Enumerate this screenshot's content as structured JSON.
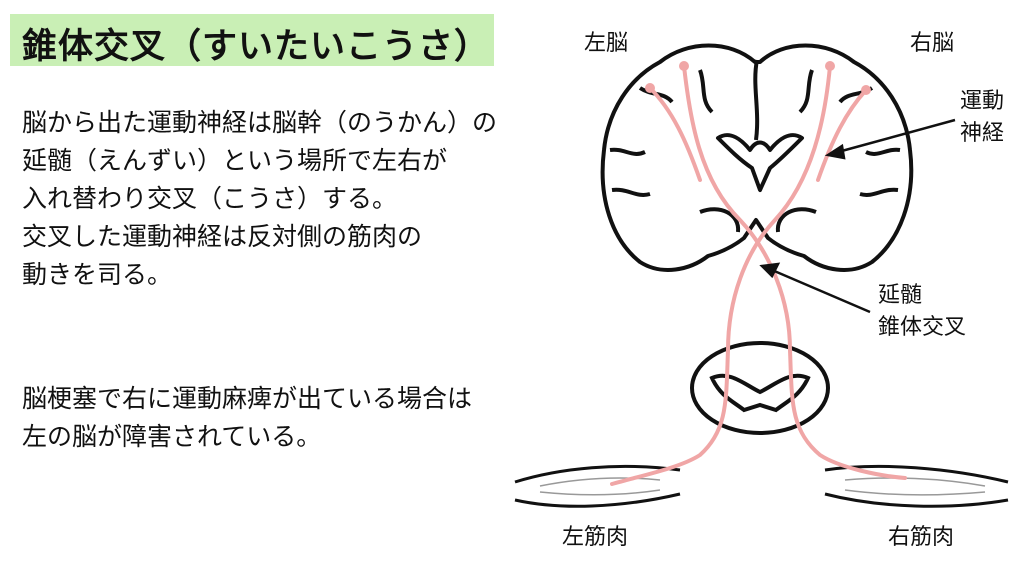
{
  "title": "錐体交叉（すいたいこうさ）",
  "paragraph1": [
    "脳から出た運動神経は脳幹（のうかん）の",
    "延髄（えんずい）という場所で左右が",
    "入れ替わり交叉（こうさ）する。",
    "交叉した運動神経は反対側の筋肉の",
    "動きを司る。"
  ],
  "paragraph2": [
    "脳梗塞で右に運動麻痺が出ている場合は",
    "左の脳が障害されている。"
  ],
  "diagram": {
    "left_brain": "左脳",
    "right_brain": "右脳",
    "motor_nerve": [
      "運動",
      "神経"
    ],
    "medulla_decussation": [
      "延髄",
      "錐体交叉"
    ],
    "left_muscle": "左筋肉",
    "right_muscle": "右筋肉"
  },
  "colors": {
    "title_bg": "#c9efb5",
    "nerve": "#f0a6a6",
    "outline": "#111111"
  }
}
